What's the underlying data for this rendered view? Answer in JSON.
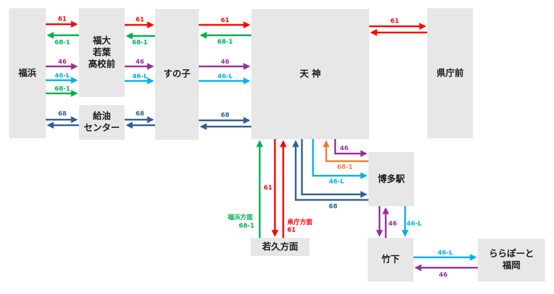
{
  "colors": {
    "61": "#ff0000",
    "68-1": "#00b050",
    "46": "#9b2d9b",
    "46-L": "#00b0f0",
    "68": "#2f5f98",
    "68-1_hakata": "#ed7d31"
  },
  "stops": {
    "fukuhama": "福浜",
    "fukudai": "福大\n若葉\n高校前",
    "kyuyu": "給油\nセンター",
    "sunoko": "すの子",
    "tenjin": "天 神",
    "kenchomae": "県庁前",
    "hakata": "博多駅",
    "wakahisa": "若久方面",
    "takeshita": "竹下",
    "lalaport": "ららぽーと\n福岡"
  },
  "labels": {
    "l1": "61",
    "l2": "68-1",
    "l3": "46",
    "l4": "46-L",
    "l5": "68-1",
    "l6": "68",
    "l7": "61",
    "l8": "68-1",
    "l9": "46",
    "l10": "46-L",
    "l11": "68",
    "l12": "61",
    "l13": "68-1",
    "l14": "46",
    "l15": "46-L",
    "l16": "68",
    "l17": "61",
    "l18": "46",
    "l19": "68-1",
    "l20": "46-L",
    "l21": "68",
    "l22": "61",
    "l23a": "福浜方面",
    "l23b": "68-1",
    "l24a": "県庁方面",
    "l24b": "61",
    "l25": "46",
    "l26": "46-L",
    "l27": "46-L",
    "l28": "46"
  }
}
